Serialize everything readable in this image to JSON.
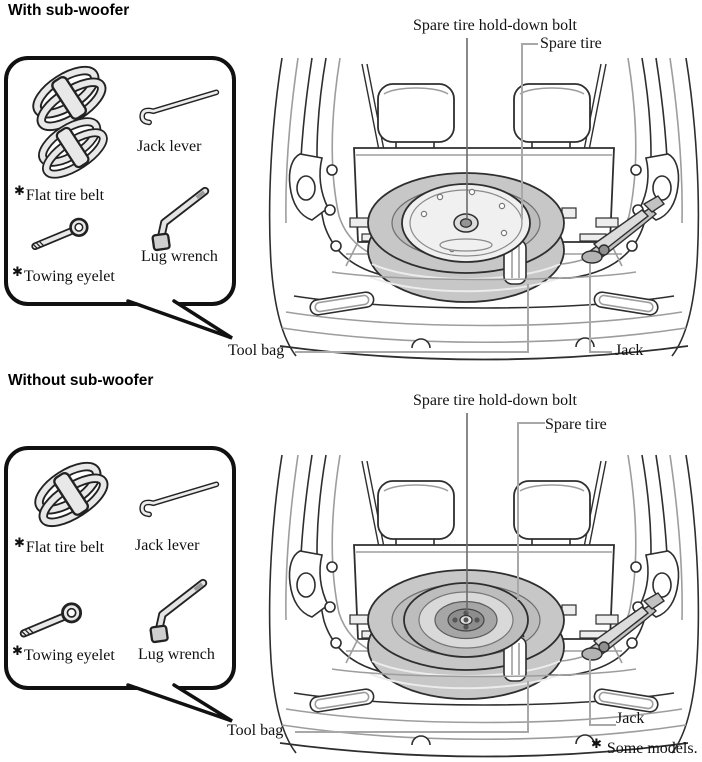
{
  "symbols": {
    "asterisk": "✱"
  },
  "colors": {
    "line": "#2e2e2e",
    "tire_gray": "#c7c7c7",
    "leader_gray": "#a8a8a8",
    "leader_dark": "#6b6b6b"
  },
  "sections": [
    {
      "heading": "With sub-woofer",
      "variant": "sub-woofer cover on spare tire",
      "tools": {
        "flat_tire_belt": "Flat tire belt",
        "jack_lever": "Jack lever",
        "towing_eyelet": "Towing eyelet",
        "lug_wrench": "Lug wrench"
      },
      "labels": {
        "hold_down_bolt": "Spare tire hold-down bolt",
        "spare_tire": "Spare tire",
        "tool_bag": "Tool bag",
        "jack": "Jack"
      }
    },
    {
      "heading": "Without sub-woofer",
      "variant": "plain spare tire wheel",
      "tools": {
        "flat_tire_belt": "Flat tire belt",
        "jack_lever": "Jack lever",
        "towing_eyelet": "Towing eyelet",
        "lug_wrench": "Lug wrench"
      },
      "labels": {
        "hold_down_bolt": "Spare tire hold-down bolt",
        "spare_tire": "Spare tire",
        "tool_bag": "Tool bag",
        "jack": "Jack"
      }
    }
  ],
  "footnote": {
    "text": "Some models."
  }
}
